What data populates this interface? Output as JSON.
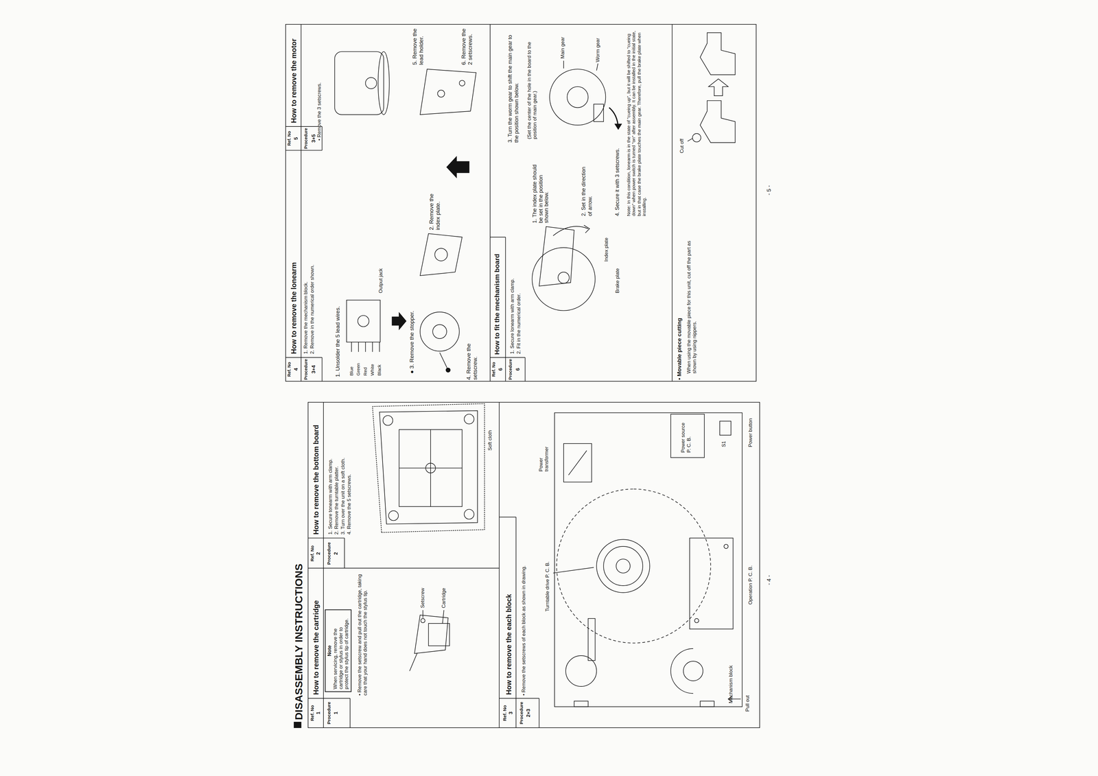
{
  "diagram": {
    "title": "DISASSEMBLY INSTRUCTIONS",
    "nodes": [
      {
        "text": [
          "Note",
          "When servicing, remove the cartridge or stylus in order to protect the stylus tip of cartridge."
        ]
      }
    ],
    "labels": [
      "Ref. No",
      "1",
      "Procedure",
      "1",
      "How to remove the cartridge",
      "• Remove the setscrew and pull out the cartridge, taking care that your hand does not touch the stylus tip.",
      "Setscrew",
      "Cartridge",
      "Ref. No",
      "2",
      "Procedure",
      "2",
      "How to remove the bottom board",
      "1. Secure tonearm with arm clamp.",
      "2. Remove the turntable platter.",
      "3. Turn over the unit on a soft cloth.",
      "4. Remove the 5 setscrews.",
      "Soft cloth",
      "Ref. No",
      "3",
      "Procedure",
      "2+3",
      "How to remove the each block",
      "• Remove the setscrews of each block as shown in drawing.",
      "Turntable drive P. C. B.",
      "Power transformer",
      "Power source P. C. B.",
      "S1",
      "Power button",
      "Operation P. C. B.",
      "Mechanism block",
      "Pull out",
      "- 4 -",
      "Ref. No",
      "4",
      "Procedure",
      "3+4",
      "How to remove the lonearm",
      "1. Remove the mechanism block.",
      "2. Remove in the numerical order shown.",
      "1. Unsolder the 5 lead wires.",
      "Blue",
      "Green",
      "Red",
      "White",
      "Black",
      "Output jack",
      "● 3. Remove the stopper.",
      "2. Remove the index plate.",
      "4. Remove the setscrew.",
      "Ref. No",
      "5",
      "Procedure",
      "3+5",
      "How to remove the motor",
      "• Remove the 3 setscrews.",
      "5. Remove the lead holder.",
      "6. Remove the 2 setscrews.",
      "Ref. No",
      "6",
      "Procedure",
      "6",
      "How to fit the mechanism board",
      "1. Secure lonearm with arm clamp.",
      "2. Fit in the numerical order.",
      "1. The index plate should be set in the position shown below.",
      "Index plate",
      "Brake plate",
      "2. Set in the direction of arrow.",
      "3. Turn the worm gear to shift the main gear to the position shown below.",
      "(Set the center of the hole in the board to the position of main gear.)",
      "Main gear",
      "Worm gear",
      "4. Secure it with 3 setscrews.",
      "Note: In this condition, lonearm is in the state of \"cueing up\", but it will be shifted to \"cueing down\" when power switch is turned \"on\" after assembly. It can be installed in the initial state, but in that case the brake plate touches the main gear. Therefore, pull the brake plate when installing.",
      "• Movable piece cutting",
      "When using the movable piece for this unit, cut off the part as shown by using nippers.",
      "Cut off",
      "- 5 -"
    ]
  }
}
